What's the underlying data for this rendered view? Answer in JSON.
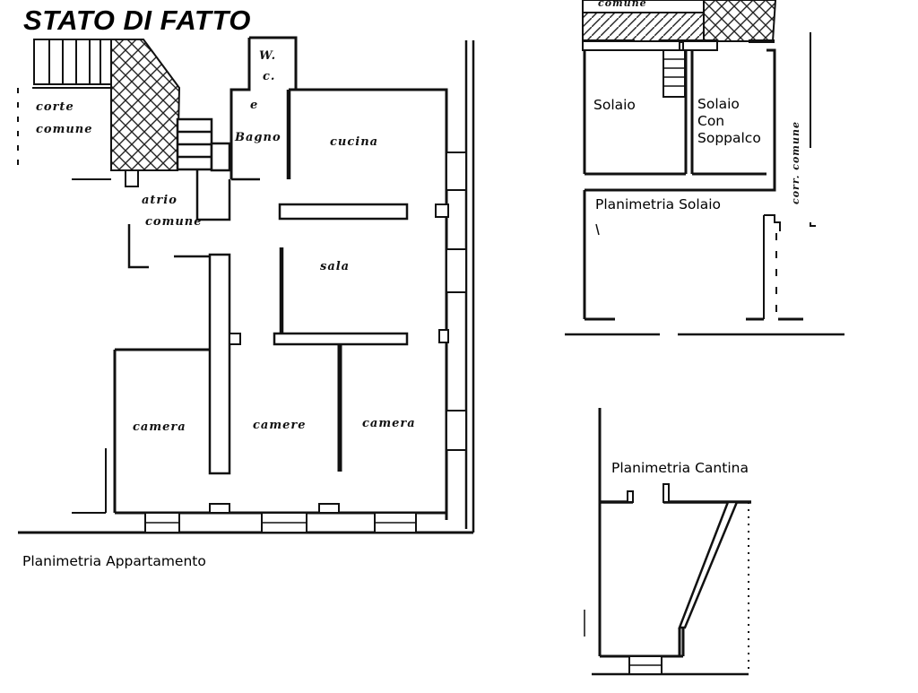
{
  "title": "STATO DI FATTO",
  "captions": {
    "appartamento": "Planimetria Appartamento",
    "solaio": "Planimetria Solaio",
    "cantina": "Planimetria Cantina"
  },
  "solaio_rooms": {
    "solaio": "Solaio",
    "soppalco_line1": "Solaio",
    "soppalco_line2": "Con",
    "soppalco_line3": "Soppalco"
  },
  "handwritten": {
    "corte_1": "corte",
    "corte_2": "comune",
    "wc_1": "W.",
    "wc_2": "c.",
    "e": "e",
    "bagno": "Bagno",
    "cucina": "cucina",
    "atrio_1": "atrio",
    "atrio_2": "comune",
    "sala": "sala",
    "camera_left": "camera",
    "camera_mid": "camere",
    "camera_right": "camera",
    "corr_comune": "corr. comune",
    "top_cut": "comune"
  }
}
